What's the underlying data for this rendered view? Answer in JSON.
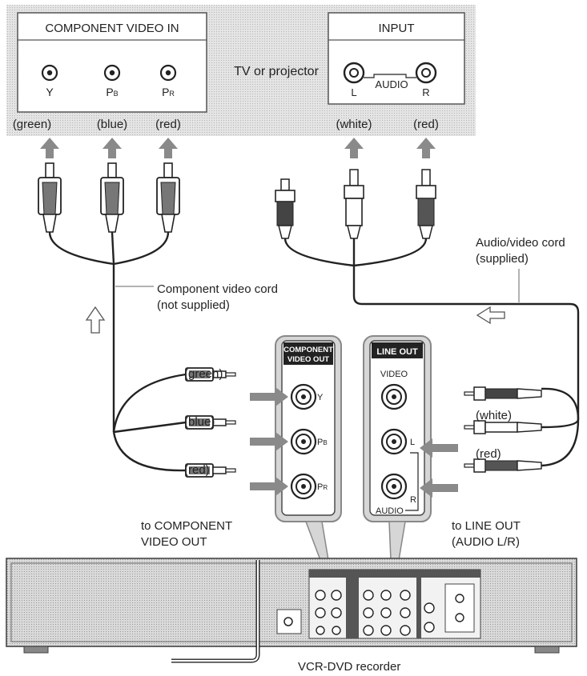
{
  "tv": {
    "label": "TV or projector",
    "component_in": {
      "title": "COMPONENT VIDEO IN",
      "jacks": [
        {
          "main": "Y",
          "sub": ""
        },
        {
          "main": "P",
          "sub": "B"
        },
        {
          "main": "P",
          "sub": "R"
        }
      ],
      "colors": [
        "(green)",
        "(blue)",
        "(red)"
      ]
    },
    "input": {
      "title": "INPUT",
      "left": "L",
      "audio": "AUDIO",
      "right": "R",
      "colors": [
        "(white)",
        "(red)"
      ]
    }
  },
  "cords": {
    "component": {
      "line1": "Component video cord",
      "line2": "(not supplied)"
    },
    "av": {
      "line1": "Audio/video cord",
      "line2": "(supplied)"
    }
  },
  "recorder_panel": {
    "component_out": {
      "title_line1": "COMPONENT",
      "title_line2": "VIDEO OUT",
      "jacks": [
        {
          "main": "Y",
          "sub": ""
        },
        {
          "main": "P",
          "sub": "B"
        },
        {
          "main": "P",
          "sub": "R"
        }
      ],
      "plug_colors": [
        "(green)",
        "(blue)",
        "(red)"
      ],
      "caption_line1": "to COMPONENT",
      "caption_line2": "VIDEO OUT"
    },
    "line_out": {
      "title": "LINE OUT",
      "video": "VIDEO",
      "left": "L",
      "right": "R",
      "audio": "AUDIO",
      "plug_colors": [
        "(white)",
        "(red)"
      ],
      "caption_line1": "to LINE OUT",
      "caption_line2": "(AUDIO L/R)"
    }
  },
  "device": {
    "label": "VCR-DVD recorder"
  },
  "colors": {
    "plug_red": "#555555",
    "plug_white": "#ffffff",
    "plug_gray": "#cfcfcf"
  }
}
